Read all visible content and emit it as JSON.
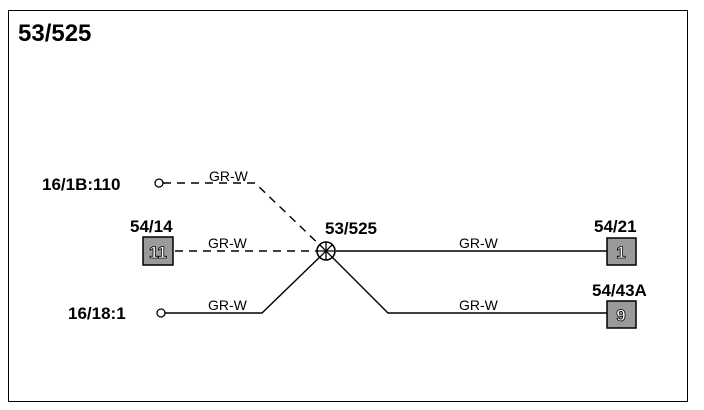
{
  "title": "53/525",
  "splice": {
    "label": "53/525"
  },
  "left": {
    "top": {
      "label": "16/1B:110",
      "wire": "GR-W"
    },
    "connector": {
      "label": "54/14",
      "pin": "11",
      "wire": "GR-W"
    },
    "bottom": {
      "label": "16/18:1",
      "wire": "GR-W"
    }
  },
  "right": {
    "upper": {
      "label": "54/21",
      "pin": "1",
      "wire": "GR-W"
    },
    "lower": {
      "label": "54/43A",
      "pin": "9",
      "wire": "GR-W"
    }
  },
  "colors": {
    "line": "#000000",
    "pin_fill": "#9a9a9a"
  }
}
